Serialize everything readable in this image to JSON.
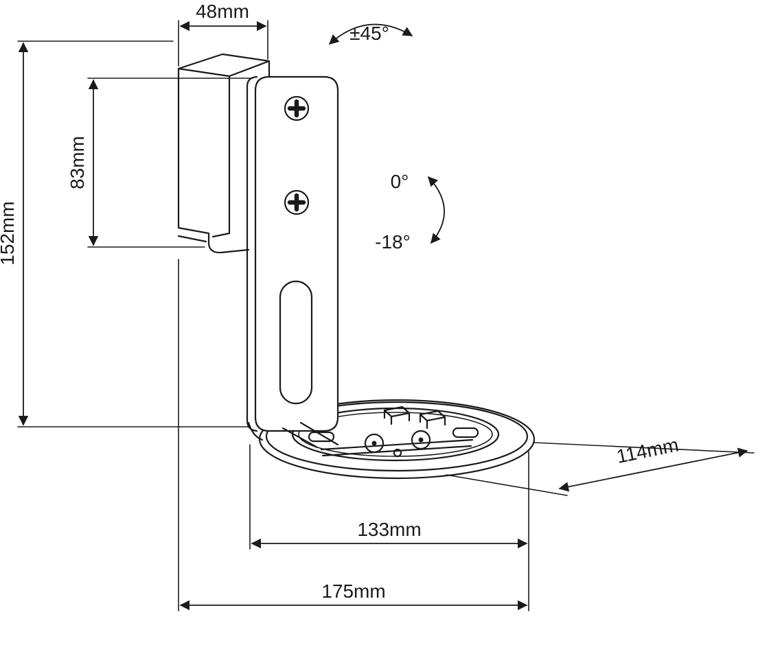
{
  "diagram": {
    "type": "technical-dimension-drawing",
    "subject": "speaker wall mount bracket",
    "labels": {
      "dim_top_width": "48mm",
      "dim_upper_height": "83mm",
      "dim_total_height": "152mm",
      "dim_depth": "114mm",
      "dim_inner_width": "133mm",
      "dim_total_width": "175mm",
      "angle_swivel": "±45°",
      "angle_tilt_max": "0°",
      "angle_tilt_min": "-18°"
    },
    "colors": {
      "line": "#1a1a1a",
      "background": "#ffffff"
    }
  }
}
